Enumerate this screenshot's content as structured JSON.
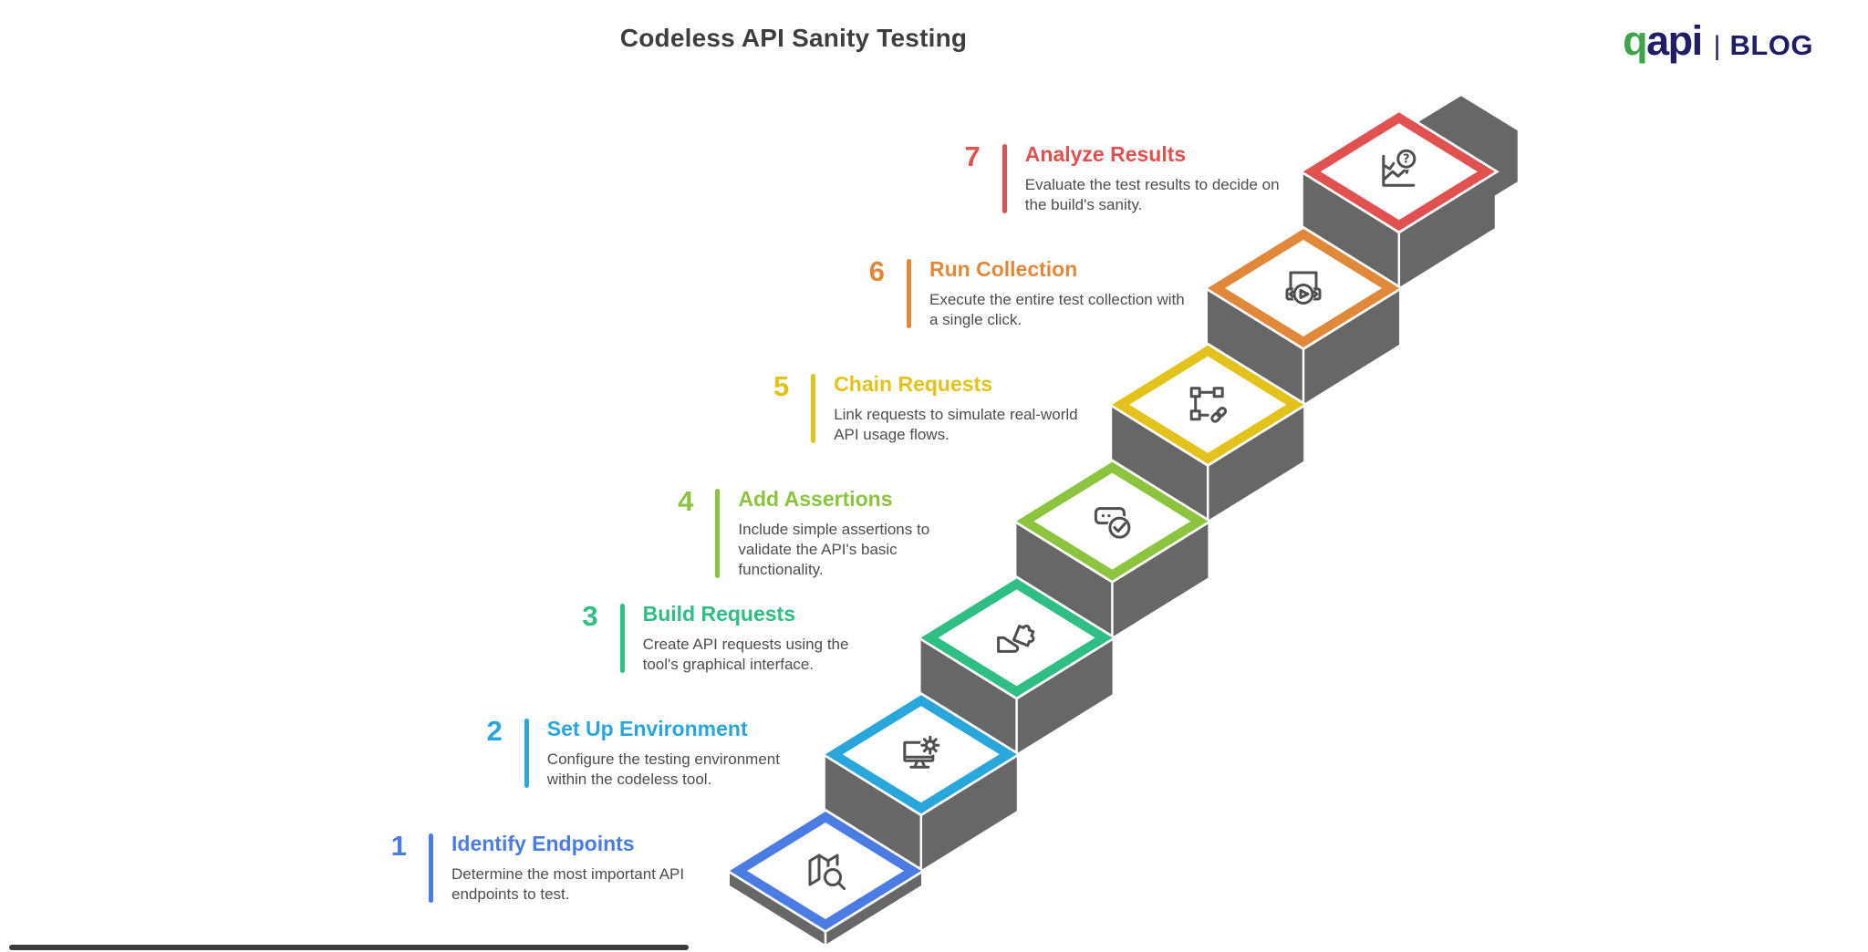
{
  "page": {
    "title": "Codeless API Sanity Testing"
  },
  "logo": {
    "brand_green": "q",
    "brand_navy": "api",
    "separator": "|",
    "suffix": "BLOG"
  },
  "colors": {
    "solid": "#676767",
    "icon_stroke": "#4F4F4F",
    "title_text": "#3E3E3E",
    "desc_text": "#4D4D4D",
    "logo_green": "#3FA44A",
    "logo_navy": "#201C66",
    "progress_bar": "#3C3C3C"
  },
  "steps": [
    {
      "num": "1",
      "title": "Identify Endpoints",
      "desc": "Determine the most important API endpoints to test.",
      "color": "#4A7CE4",
      "icon": "map-search-icon"
    },
    {
      "num": "2",
      "title": "Set Up Environment",
      "desc": "Configure the testing environment within the codeless tool.",
      "color": "#29A6DB",
      "icon": "monitor-gear-icon"
    },
    {
      "num": "3",
      "title": "Build Requests",
      "desc": "Create API requests using the tool's graphical interface.",
      "color": "#2FBE83",
      "icon": "hand-puzzle-icon"
    },
    {
      "num": "4",
      "title": "Add Assertions",
      "desc": "Include simple assertions to validate the API's basic functionality.",
      "color": "#8CC440",
      "icon": "chat-check-icon"
    },
    {
      "num": "5",
      "title": "Chain Requests",
      "desc": "Link requests to simulate real-world API usage flows.",
      "color": "#E3C31B",
      "icon": "link-nodes-icon"
    },
    {
      "num": "6",
      "title": "Run Collection",
      "desc": "Execute the entire test collection with a single click.",
      "color": "#E2883B",
      "icon": "play-screen-icon"
    },
    {
      "num": "7",
      "title": "Analyze Results",
      "desc": "Evaluate the test results to decide on the build's sanity.",
      "color": "#E05150",
      "icon": "chart-question-icon"
    }
  ]
}
